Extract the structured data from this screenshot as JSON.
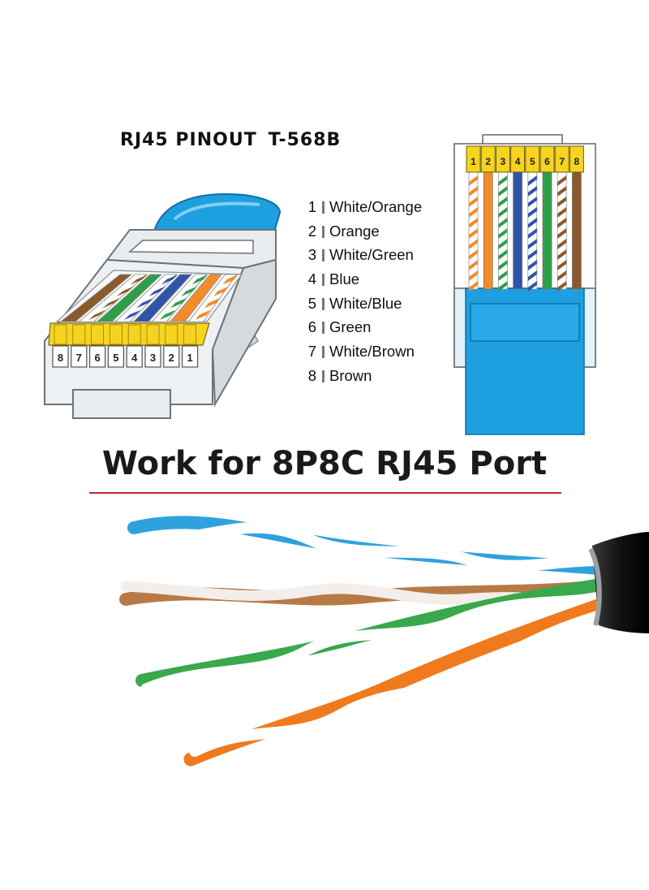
{
  "title": {
    "main": "RJ45 PINOUT",
    "standard": "T-568B"
  },
  "pins": [
    {
      "num": "1",
      "label": "White/Orange",
      "color": "#f28c28",
      "striped": true
    },
    {
      "num": "2",
      "label": "Orange",
      "color": "#f28c28",
      "striped": false
    },
    {
      "num": "3",
      "label": "White/Green",
      "color": "#2f9e49",
      "striped": true
    },
    {
      "num": "4",
      "label": "Blue",
      "color": "#2f55a8",
      "striped": false
    },
    {
      "num": "5",
      "label": "White/Blue",
      "color": "#2f55a8",
      "striped": true
    },
    {
      "num": "6",
      "label": "Green",
      "color": "#2f9e49",
      "striped": false
    },
    {
      "num": "7",
      "label": "White/Brown",
      "color": "#8b5a2b",
      "striped": true
    },
    {
      "num": "8",
      "label": "Brown",
      "color": "#8b5a2b",
      "striped": false
    }
  ],
  "headline": "Work for 8P8C RJ45 Port",
  "colors": {
    "jacket": "#1e9fe0",
    "contact": "#f6d31f",
    "accent": "#c1272d"
  }
}
